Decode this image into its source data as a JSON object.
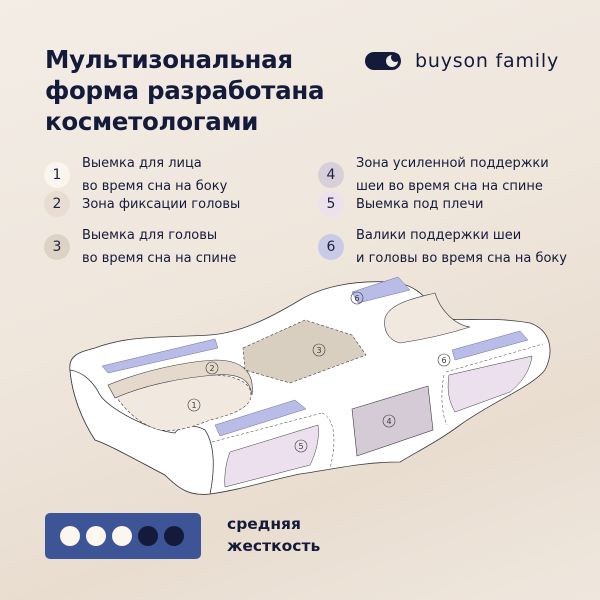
{
  "header": {
    "title_lines": [
      "Мультизональная",
      "форма разработана",
      "косметологами"
    ]
  },
  "brand": {
    "icon": "toggle-moon-icon",
    "name": "buyson family"
  },
  "legend": [
    {
      "num": "1",
      "lines": [
        "Выемка для лица",
        "во время сна на боку"
      ],
      "color": "#faf5ee"
    },
    {
      "num": "2",
      "lines": [
        "Зона фиксации головы"
      ],
      "color": "#e8ddd0"
    },
    {
      "num": "3",
      "lines": [
        "Выемка для головы",
        "во время сна на спине"
      ],
      "color": "#ddd3c5"
    },
    {
      "num": "4",
      "lines": [
        "Зона усиленной поддержки",
        "шеи во время сна на спине"
      ],
      "color": "#d8d0d9"
    },
    {
      "num": "5",
      "lines": [
        "Выемка под плечи"
      ],
      "color": "#ede2ec"
    },
    {
      "num": "6",
      "lines": [
        "Валики поддержки шеи",
        "и головы во время сна на боку"
      ],
      "color": "#c9cbe6"
    }
  ],
  "pillow": {
    "zone_labels": [
      "1",
      "2",
      "3",
      "4",
      "5",
      "6",
      "6"
    ],
    "colors": {
      "zone1": "#f1e8e0",
      "zone2": "#e4d9cb",
      "zone3": "#d9cfc0",
      "zone4": "#d5cbd6",
      "zone5": "#ece0ee",
      "zone6": "#b9bce6",
      "body": "#ffffff",
      "outline": "#3a3a3a"
    }
  },
  "stiffness": {
    "level": 3,
    "max": 5,
    "label_lines": [
      "средняя",
      "жесткость"
    ],
    "colors": {
      "panel": "#3d5496",
      "filled": "#fbf6ee",
      "empty": "#141a3a"
    }
  }
}
